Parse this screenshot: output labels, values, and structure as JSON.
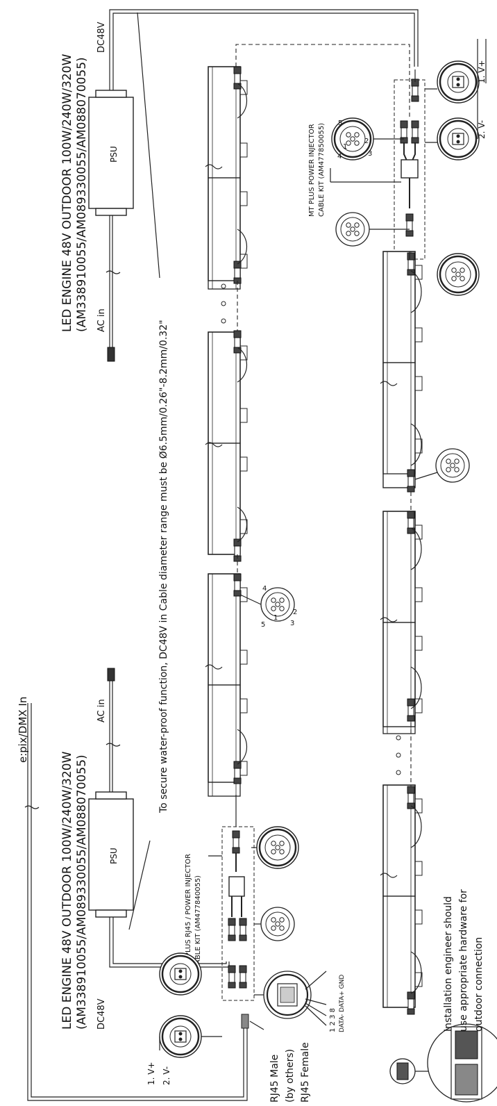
{
  "colors": {
    "line": "#222222",
    "background": "#ffffff"
  },
  "top_system": {
    "title": "LED ENGINE 48V OUTDOOR 100W/240W/320W",
    "codes": "(AM338910055/AM089330055/AM088070055)",
    "psu_label": "PSU",
    "dc_label": "DC48V",
    "ac_label": "AC in",
    "pin1": "1. V+",
    "pin2": "2. V-",
    "injector_title": "MT PLUS POWER INJECTOR",
    "injector_code": "CABLE KIT (AM477850055)"
  },
  "bottom_system": {
    "title": "LED ENGINE 48V OUTDOOR 100W/240W/320W",
    "codes": "(AM338910055/AM089330055/AM088070055)",
    "psu_label": "PSU",
    "dc_label": "DC48V",
    "ac_label": "AC in",
    "pin1": "1. V+",
    "pin2": "2. V-",
    "injector_title": "MT PLUS RJ45 / POWER INJECTOR",
    "injector_code": "CABLE KIT (AM477840055)",
    "rj45_pins": {
      "labels": "1     2     3         8",
      "signals": "DATA- DATA+ GND"
    }
  },
  "notes": {
    "waterproof": "To secure water-proof function,  DC48V in Cable diameter range must be Ø6.5mm/0.26\"-8.2mm/0.32\"",
    "input": "e:pix/DMX In",
    "rj45_male": "RJ45 Male",
    "by_others": "(by others)",
    "rj45_female": "RJ45 Female",
    "installation_1": "Installation engineer should",
    "installation_2": "use appropriate hardware for",
    "installation_3": "outdoor connection"
  },
  "pin_numbers": [
    "1",
    "2",
    "3",
    "4",
    "5"
  ]
}
